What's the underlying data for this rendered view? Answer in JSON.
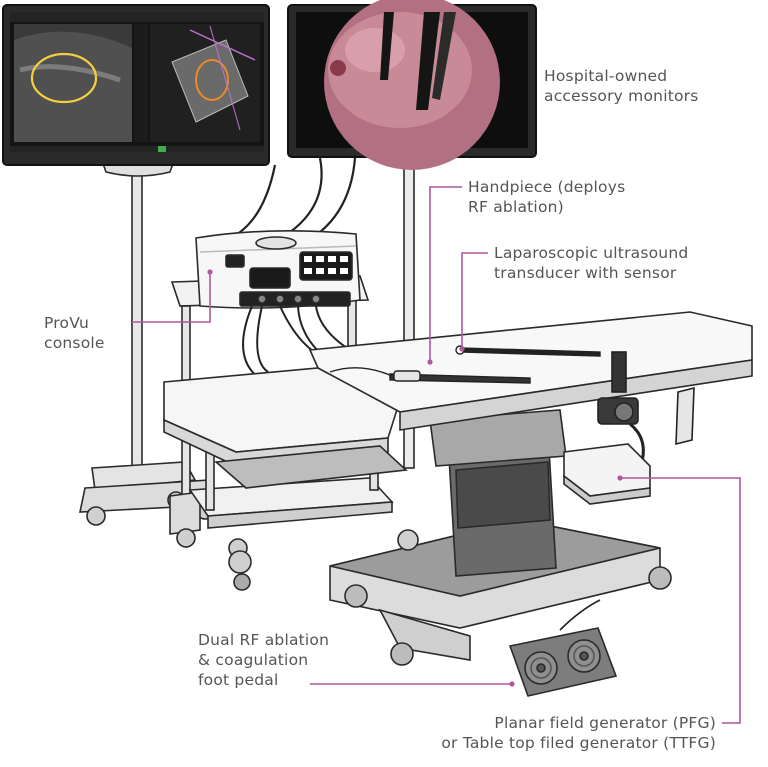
{
  "labels": {
    "monitors": [
      "Hospital-owned",
      "accessory monitors"
    ],
    "handpiece": [
      "Handpiece (deploys",
      "RF ablation)"
    ],
    "transducer": [
      "Laparoscopic ultrasound",
      "transducer with sensor"
    ],
    "console": [
      "ProVu",
      "console"
    ],
    "pedal": [
      "Dual RF ablation",
      "& coagulation",
      "foot pedal"
    ],
    "generator": [
      "Planar field generator (PFG)",
      "or Table top filed  generator (TTFG)"
    ]
  },
  "colors": {
    "leader": "#b0579e",
    "text": "#555555",
    "outline": "#2a2a2a",
    "screen_dark": "#1c1c1c",
    "tissue": "#c88a96"
  }
}
